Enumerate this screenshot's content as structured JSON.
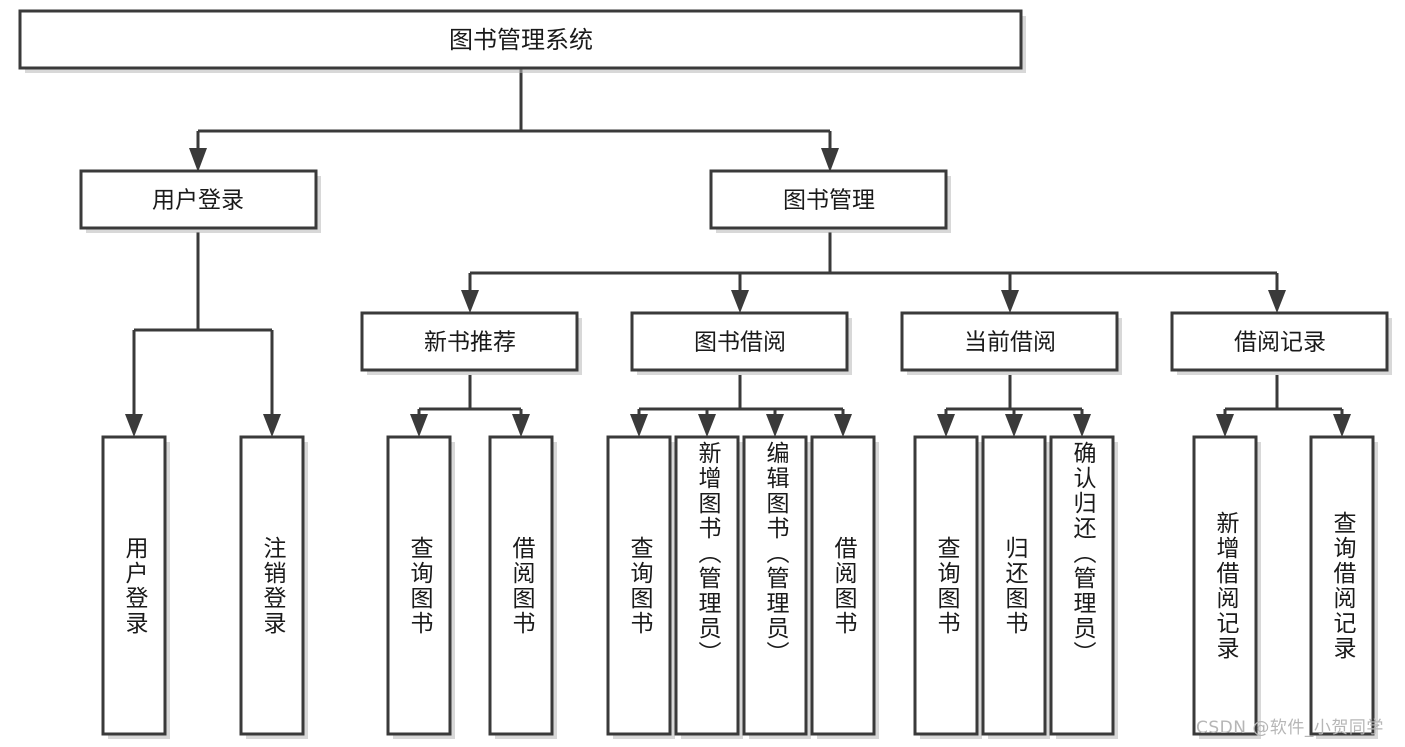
{
  "diagram": {
    "type": "tree-hierarchy",
    "title": "图书管理系统",
    "root": {
      "id": "root",
      "label": "图书管理系统",
      "orientation": "horizontal"
    },
    "level2": [
      {
        "id": "user-login",
        "label": "用户登录",
        "orientation": "horizontal"
      },
      {
        "id": "book-manage",
        "label": "图书管理",
        "orientation": "horizontal"
      }
    ],
    "level3": [
      {
        "id": "new-book-recommend",
        "label": "新书推荐",
        "orientation": "horizontal",
        "parent": "book-manage"
      },
      {
        "id": "book-borrow",
        "label": "图书借阅",
        "orientation": "horizontal",
        "parent": "book-manage"
      },
      {
        "id": "current-borrow",
        "label": "当前借阅",
        "orientation": "horizontal",
        "parent": "book-manage"
      },
      {
        "id": "borrow-record",
        "label": "借阅记录",
        "orientation": "horizontal",
        "parent": "book-manage"
      }
    ],
    "leaves": [
      {
        "id": "leaf-user-login",
        "label": "用户登录",
        "orientation": "vertical",
        "parent": "user-login"
      },
      {
        "id": "leaf-logout-login",
        "label": "注销登录",
        "orientation": "vertical",
        "parent": "user-login"
      },
      {
        "id": "leaf-query-book-1",
        "label": "查询图书",
        "orientation": "vertical",
        "parent": "new-book-recommend"
      },
      {
        "id": "leaf-borrow-book-1",
        "label": "借阅图书",
        "orientation": "vertical",
        "parent": "new-book-recommend"
      },
      {
        "id": "leaf-query-book-2",
        "label": "查询图书",
        "orientation": "vertical",
        "parent": "book-borrow"
      },
      {
        "id": "leaf-add-book",
        "label": "新增图书（管理员）",
        "orientation": "vertical",
        "parent": "book-borrow"
      },
      {
        "id": "leaf-edit-book",
        "label": "编辑图书（管理员）",
        "orientation": "vertical",
        "parent": "book-borrow"
      },
      {
        "id": "leaf-borrow-book-2",
        "label": "借阅图书",
        "orientation": "vertical",
        "parent": "book-borrow"
      },
      {
        "id": "leaf-query-book-3",
        "label": "查询图书",
        "orientation": "vertical",
        "parent": "current-borrow"
      },
      {
        "id": "leaf-return-book",
        "label": "归还图书",
        "orientation": "vertical",
        "parent": "current-borrow"
      },
      {
        "id": "leaf-confirm-return",
        "label": "确认归还（管理员）",
        "orientation": "vertical",
        "parent": "current-borrow"
      },
      {
        "id": "leaf-add-record",
        "label": "新增借阅记录",
        "orientation": "vertical",
        "parent": "borrow-record"
      },
      {
        "id": "leaf-query-record",
        "label": "查询借阅记录",
        "orientation": "vertical",
        "parent": "borrow-record"
      }
    ],
    "colors": {
      "stroke": "#3a3a3a",
      "fill": "#ffffff",
      "text": "#1a1a1a",
      "background": "#ffffff",
      "watermark": "#b6b6b6"
    }
  },
  "watermark": {
    "text": "CSDN @软件_小贺同学"
  }
}
